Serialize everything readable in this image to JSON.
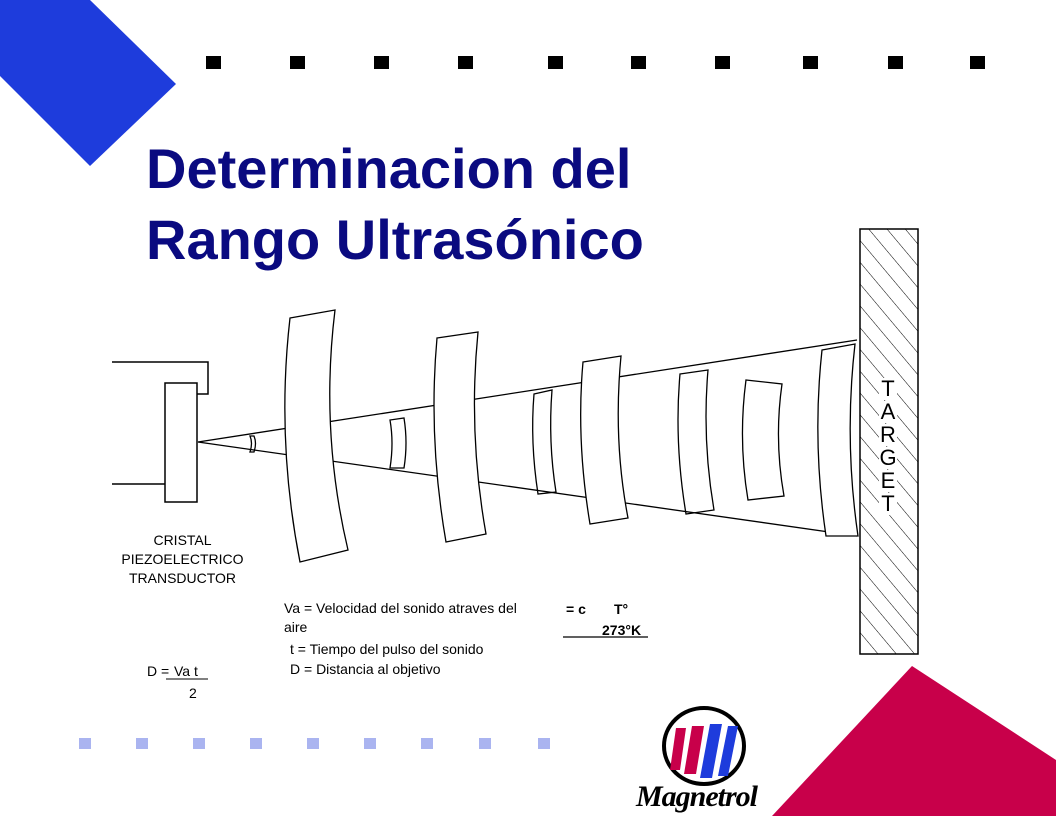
{
  "title": {
    "line1": "Determinacion del",
    "line2": "Rango Ultrasónico"
  },
  "transducer_label": {
    "line1": "CRISTAL",
    "line2": "PIEZOELECTRICO",
    "line3": "TRANSDUCTOR"
  },
  "target_label": [
    "T",
    "A",
    "R",
    "G",
    "E",
    "T"
  ],
  "formula": {
    "d_lhs": "D =",
    "d_numerator": "Va t",
    "d_denominator": "2"
  },
  "legend": {
    "va_line1": "Va = Velocidad del sonido atraves del",
    "va_line2": "aire",
    "t_line": "t  = Tiempo del pulso del sonido",
    "d_line": "D = Distancia al objetivo"
  },
  "speed_formula": {
    "eq_c": "= c",
    "numerator": "T°",
    "denominator": "273°K"
  },
  "logo": {
    "word": "Magnetrol"
  },
  "colors": {
    "title_blue": "#0a0a80",
    "accent_blue": "#1e3cdc",
    "accent_red": "#c8004a",
    "dot_dark": "#000000",
    "dot_light": "#aab4f0"
  }
}
